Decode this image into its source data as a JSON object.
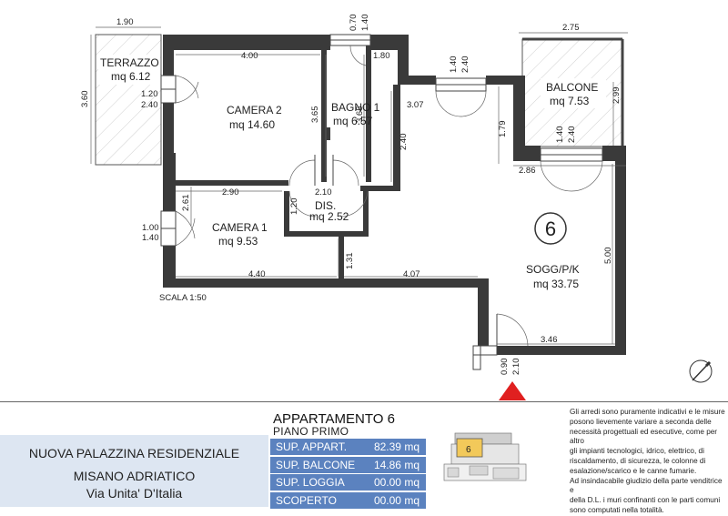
{
  "rooms": {
    "terrazzo": {
      "name": "TERRAZZO",
      "area": "mq 6.12"
    },
    "camera2": {
      "name": "CAMERA 2",
      "area": "mq 14.60"
    },
    "bagno1": {
      "name": "BAGNO 1",
      "area": "mq 6.57"
    },
    "balcone": {
      "name": "BALCONE",
      "area": "mq 7.53"
    },
    "dis": {
      "name": "DIS.",
      "area": "mq 2.52"
    },
    "camera1": {
      "name": "CAMERA 1",
      "area": "mq 9.53"
    },
    "sogg": {
      "name": "SOGG/P/K",
      "area": "mq 33.75"
    }
  },
  "apartment_number": "6",
  "dimensions": {
    "d190": "1.90",
    "d275": "2.75",
    "d360": "3.60",
    "d400": "4.00",
    "d180": "1.80",
    "d070": "0.70",
    "d140a": "1.40",
    "d140b": "1.40",
    "d240a": "2.40",
    "d120a": "1.20",
    "d240b": "2.40",
    "d365a": "3.65",
    "d365b": "3.65",
    "d307": "3.07",
    "d299": "2.99",
    "d179": "1.79",
    "d240c": "2.40",
    "d140c": "1.40",
    "d240d": "2.40",
    "d286": "2.86",
    "d290": "2.90",
    "d210a": "2.10",
    "d120b": "1.20",
    "d261": "2.61",
    "d100": "1.00",
    "d140d": "1.40",
    "d131": "1.31",
    "d440": "4.40",
    "d407": "4.07",
    "d500": "5.00",
    "d346": "3.46",
    "d090": "0.90",
    "d210b": "2.10"
  },
  "scale_label": "SCALA 1:50",
  "title_block": {
    "line1": "NUOVA PALAZZINA RESIDENZIALE",
    "line2": "MISANO ADRIATICO",
    "line3": "Via Unita' D'Italia"
  },
  "apartment": {
    "title": "APPARTAMENTO 6",
    "floor": "PIANO PRIMO"
  },
  "areas": [
    {
      "label": "SUP. APPART.",
      "value": "82.39 mq"
    },
    {
      "label": "SUP. BALCONE",
      "value": "14.86 mq"
    },
    {
      "label": "SUP. LOGGIA",
      "value": "00.00 mq"
    },
    {
      "label": "SCOPERTO",
      "value": "00.00 mq"
    }
  ],
  "keyplan_label": "6",
  "notes": [
    "Gli arredi sono puramente indicativi e le misure",
    "posono lievemente variare a seconda delle",
    "necessità progettuali ed esecutive, come per altro",
    "gli impianti tecnologici, idrico, elettrico, di",
    "riscaldamento, di sicurezza, le colonne di",
    "esalazione/scarico e le canne fumarie.",
    "Ad  insindacabile giudizio della parte venditrice e",
    "della D.L. i muri confinanti con le parti comuni",
    "sono computati nella totalità."
  ],
  "colors": {
    "accent": "#5b82bf",
    "title_bg": "#dde6f2",
    "entrance_arrow": "#e02020",
    "wall": "#3a3a3a",
    "keyplan_highlight": "#f2c95a"
  }
}
